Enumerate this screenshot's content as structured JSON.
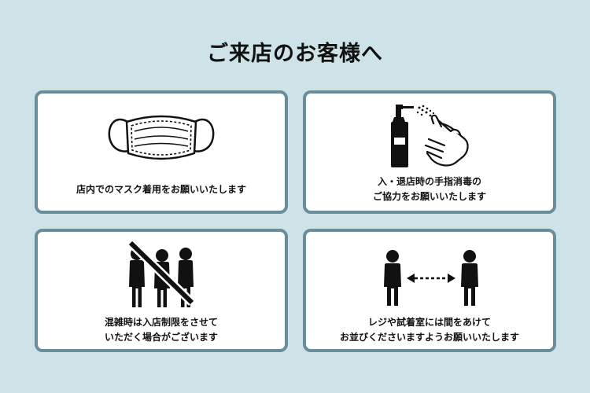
{
  "title": "ご来店のお客様へ",
  "colors": {
    "background": "#cde3e8",
    "card_border": "#6a8d9b",
    "icon": "#111111"
  },
  "cards": {
    "mask": {
      "icon": "face-mask-icon",
      "lines": [
        "店内でのマスク着用をお願いいたします"
      ]
    },
    "sanitize": {
      "icon": "hand-sanitizer-icon",
      "lines": [
        "入・退店時の手指消毒の",
        "ご協力をお願いいたします"
      ]
    },
    "crowd": {
      "icon": "no-crowd-icon",
      "lines": [
        "混雑時は入店制限をさせて",
        "いただく場合がございます"
      ]
    },
    "distance": {
      "icon": "social-distance-icon",
      "lines": [
        "レジや試着室には間をあけて",
        "お並びくださいますようお願いいたします"
      ]
    }
  }
}
